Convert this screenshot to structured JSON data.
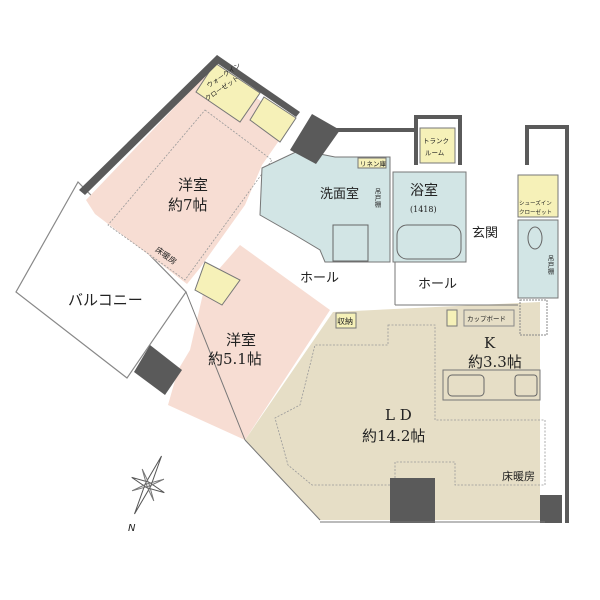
{
  "colors": {
    "bedroom": "#f7ddd3",
    "living": "#e6dec6",
    "wet": "#d2e5e5",
    "storage": "#f6f1b8",
    "wall": "#5a5a5a"
  },
  "rooms": {
    "master_bedroom": {
      "name": "洋室",
      "size": "約7帖",
      "floor_heating": "床暖房"
    },
    "walk_in_closet": {
      "line1": "ウォークイン",
      "line2": "クローゼット"
    },
    "balcony": "バルコニー",
    "bedroom2": {
      "name": "洋室",
      "size": "約5.1帖"
    },
    "washroom": "洗面室",
    "linen": "リネン庫",
    "wash_shelf": "吊戸棚",
    "bathroom": {
      "name": "浴室",
      "size": "(1418)"
    },
    "trunk_room": {
      "line1": "トランク",
      "line2": "ルーム"
    },
    "entrance": "玄関",
    "shoe_closet": {
      "line1": "シューズイン",
      "line2": "クローゼット"
    },
    "toilet_shelf": "吊戸棚",
    "hall1": "ホール",
    "hall2": "ホール",
    "storage": "収納",
    "cupboard": "カップボード",
    "kitchen": {
      "name": "K",
      "size": "約3.3帖"
    },
    "ld": {
      "name": "L D",
      "size": "約14.2帖",
      "floor_heating": "床暖房"
    }
  },
  "compass": {
    "label": "N",
    "icon": "compass-rose-icon"
  }
}
